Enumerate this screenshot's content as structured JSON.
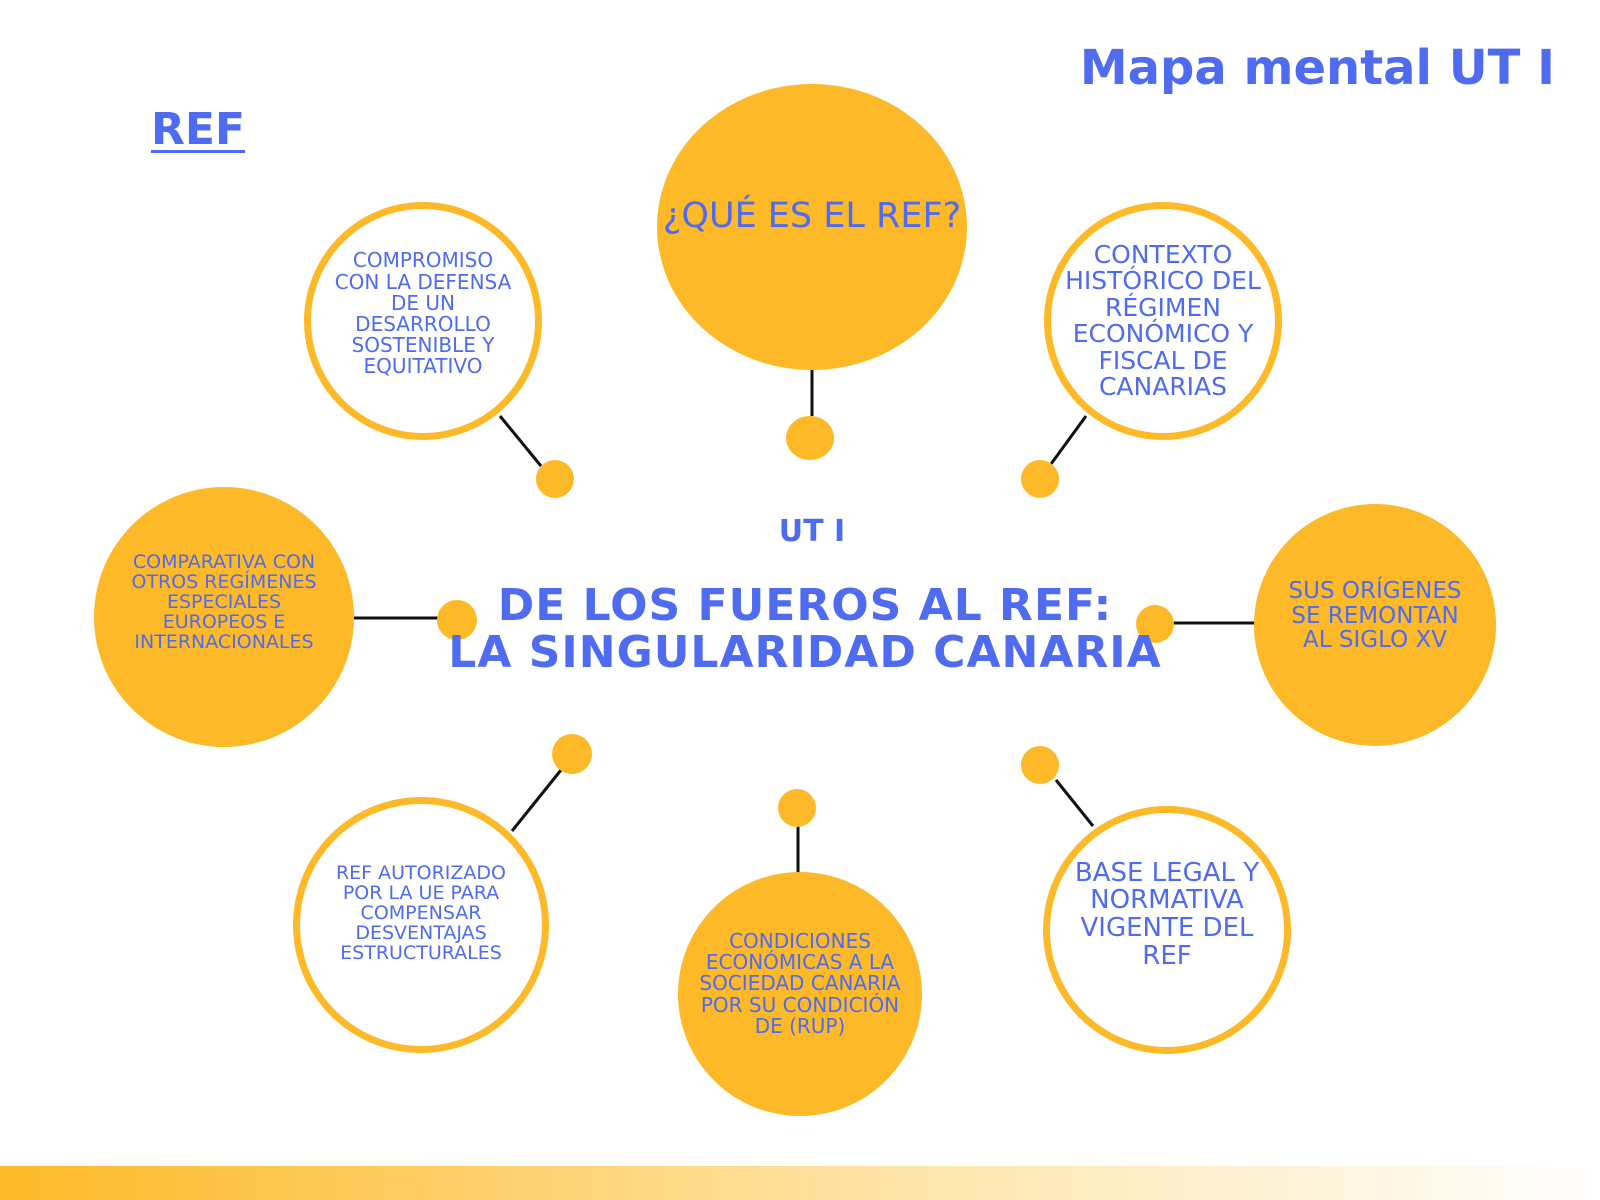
{
  "header": {
    "title": "Mapa mental UT I",
    "ref_label": "REF"
  },
  "center": {
    "subtitle": "UT I",
    "title_line1": "DE LOS FUEROS AL REF:",
    "title_line2": "LA SINGULARIDAD CANARIA"
  },
  "nodes": {
    "top": "¿QUÉ ES EL REF?",
    "top_left": "COMPROMISO CON LA DEFENSA DE UN DESARROLLO SOSTENIBLE Y EQUITATIVO",
    "top_right": "CONTEXTO HISTÓRICO DEL RÉGIMEN ECONÓMICO Y FISCAL DE CANARIAS",
    "left": "COMPARATIVA  CON OTROS REGÍMENES ESPECIALES EUROPEOS E INTERNACIONALES",
    "right": "SUS ORÍGENES SE REMONTAN AL SIGLO XV",
    "bottom_left": "REF AUTORIZADO POR LA UE  PARA COMPENSAR DESVENTAJAS ESTRUCTURALES",
    "bottom": "CONDICIONES ECONÓMICAS A LA SOCIEDAD CANARIA POR SU CONDICIÓN DE (RUP)",
    "bottom_right": "BASE LEGAL Y NORMATIVA VIGENTE DEL REF"
  },
  "colors": {
    "accent": "#FDB927",
    "text": "#4F6BEF"
  }
}
